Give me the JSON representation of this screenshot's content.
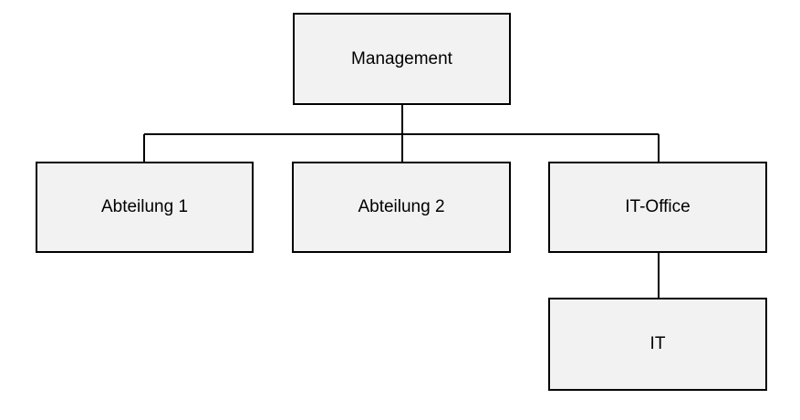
{
  "org_chart": {
    "root": {
      "label": "Management"
    },
    "departments": [
      {
        "label": "Abteilung 1"
      },
      {
        "label": "Abteilung 2"
      },
      {
        "label": "IT-Office"
      }
    ],
    "sub_unit": {
      "label": "IT",
      "parent": "IT-Office"
    }
  }
}
